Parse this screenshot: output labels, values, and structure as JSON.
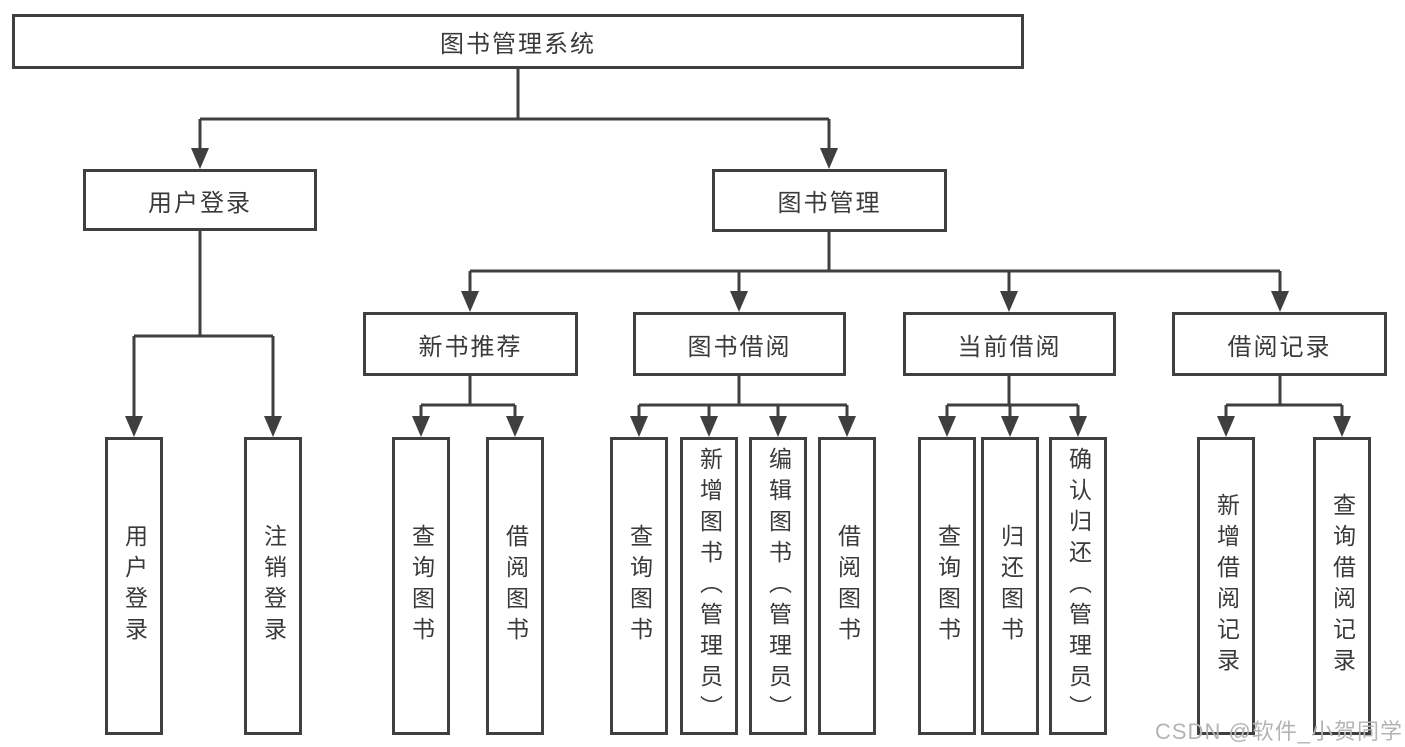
{
  "diagram": {
    "tree": {
      "root": {
        "label": "图书管理系统"
      },
      "level2": [
        {
          "label": "用户登录",
          "leaves": [
            "用户登录",
            "注销登录"
          ]
        },
        {
          "label": "图书管理",
          "groups": [
            {
              "label": "新书推荐",
              "leaves": [
                "查询图书",
                "借阅图书"
              ]
            },
            {
              "label": "图书借阅",
              "leaves": [
                "查询图书",
                "新增图书（管理员）",
                "编辑图书（管理员）",
                "借阅图书"
              ]
            },
            {
              "label": "当前借阅",
              "leaves": [
                "查询图书",
                "归还图书",
                "确认归还（管理员）"
              ]
            },
            {
              "label": "借阅记录",
              "leaves": [
                "新增借阅记录",
                "查询借阅记录"
              ]
            }
          ]
        }
      ]
    },
    "watermark": "CSDN @软件_小贺同学",
    "colors": {
      "line": "#3f3f3f",
      "text": "#3a3a3a",
      "watermark": "#b4b4b4",
      "background": "#ffffff"
    }
  }
}
